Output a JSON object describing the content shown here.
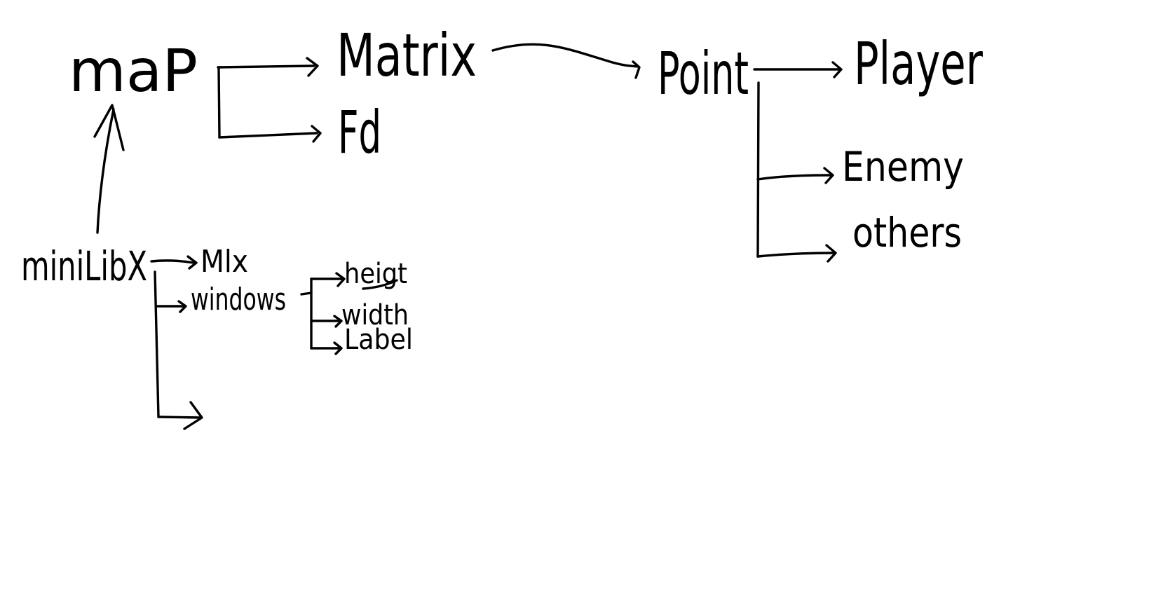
{
  "nodes": {
    "map": "maP",
    "matrix": "Matrix",
    "fd": "Fd",
    "point": "Point",
    "player": "Player",
    "enemy": "Enemy",
    "others": "others",
    "minilibx": "miniLibX",
    "mlx": "Mlx",
    "windows": "windows",
    "height": "heigt",
    "width": "width",
    "label": "Label"
  },
  "colors": {
    "background": "#ffffff",
    "ink": "#000000"
  }
}
